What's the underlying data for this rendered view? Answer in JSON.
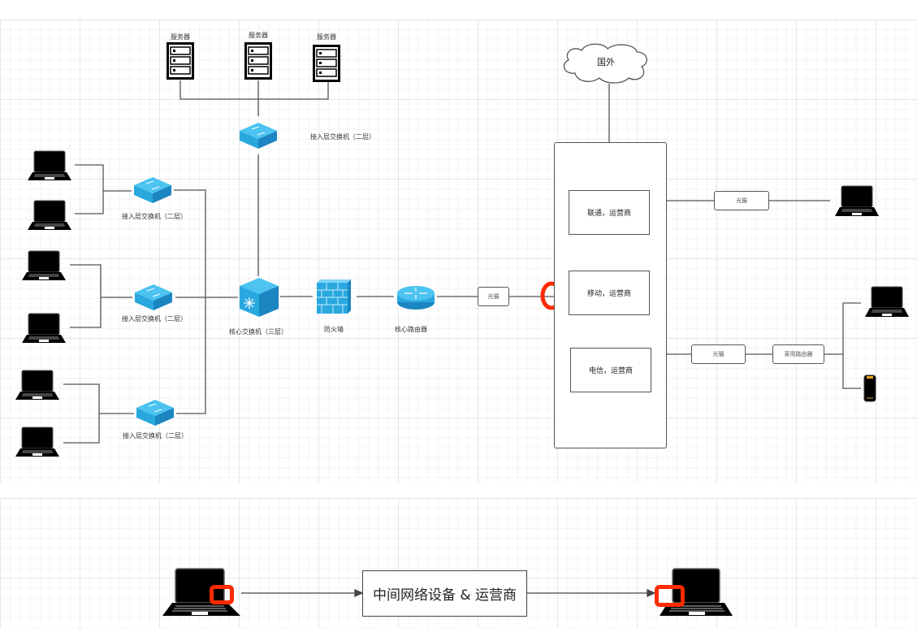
{
  "diagram": {
    "servers": [
      {
        "label": "服务器"
      },
      {
        "label": "服务器"
      },
      {
        "label": "服务器"
      }
    ],
    "server_switch": {
      "label": "接入层交换机（二层）"
    },
    "access_switches": [
      {
        "label": "接入层交换机（二层）"
      },
      {
        "label": "接入层交换机（二层）"
      },
      {
        "label": "接入层交换机（二层）"
      }
    ],
    "core_switch": {
      "label": "核心交换机（三层）"
    },
    "firewall": {
      "label": "防火墙"
    },
    "core_router": {
      "label": "核心路由器"
    },
    "modem_left": {
      "label": "光猫"
    },
    "internet_cloud": {
      "label": "国外"
    },
    "isps": [
      {
        "label": "联通，运营商"
      },
      {
        "label": "移动，运营商"
      },
      {
        "label": "电信，运营商"
      }
    ],
    "modem_right_top": {
      "label": "光猫"
    },
    "modem_right_bottom": {
      "label": "光猫"
    },
    "home_router": {
      "label": "家用路由器"
    },
    "colors": {
      "device_blue": "#29a8e0",
      "device_blue_dark": "#1b86c2",
      "highlight_red": "#ff2a00",
      "line": "#555555"
    }
  },
  "bottom_flow": {
    "middle_box": {
      "label": "中间网络设备 & 运营商"
    }
  }
}
